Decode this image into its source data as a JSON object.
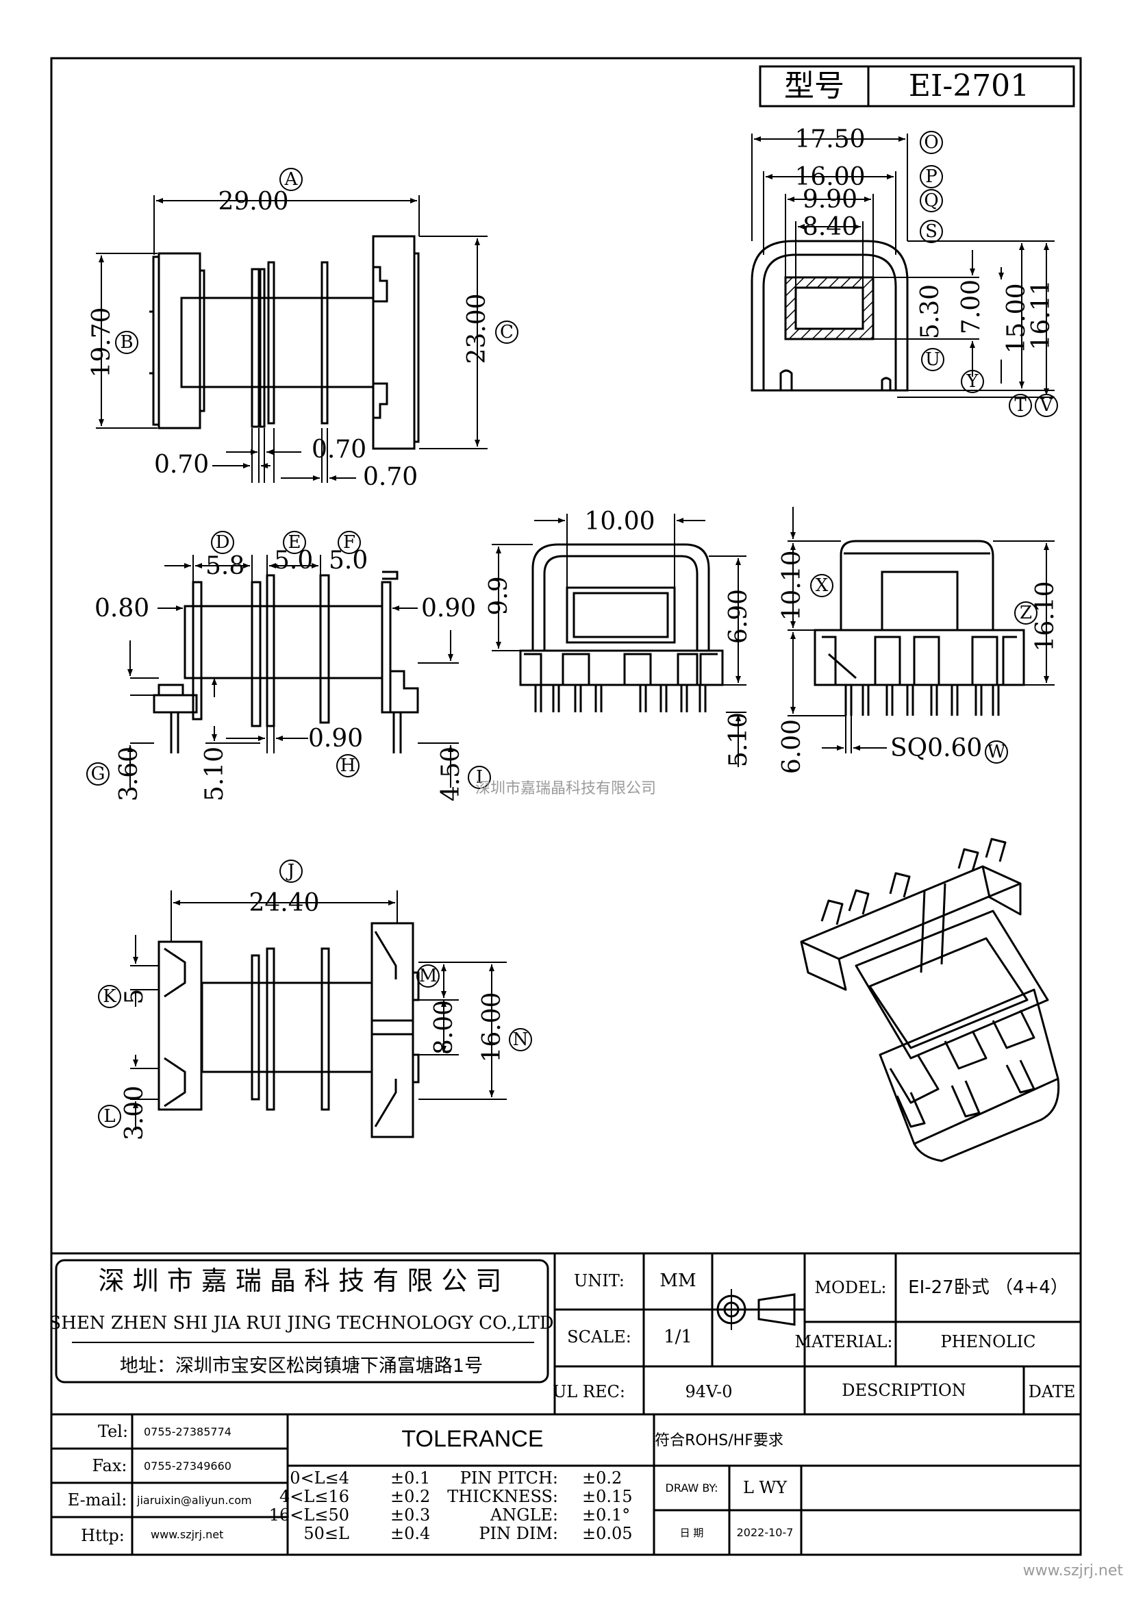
{
  "header": {
    "model_label": "型号",
    "model_value": "EI-2701"
  },
  "dims": {
    "A": "29.00",
    "B": "19.70",
    "C": "23.00",
    "w1": "0.70",
    "w2": "0.70",
    "w3": "0.70",
    "O": "17.50",
    "P": "16.00",
    "Q": "9.90",
    "S": "8.40",
    "R1": "5.30",
    "R2": "7.00",
    "T": "15.00",
    "V": "16.11",
    "D": "5.8",
    "E": "5.0",
    "F": "5.0",
    "left080": "0.80",
    "right090": "0.90",
    "H": "0.90",
    "G": "3.60",
    "g510": "5.10",
    "I": "4.50",
    "front_w": "10.00",
    "front_h1": "9.9",
    "front_h2": "6.90",
    "front_h3": "5.10",
    "X": "10.10",
    "Z": "16.10",
    "side600": "6.00",
    "W": "SQ0.60",
    "J": "24.40",
    "K": "5",
    "M": "8.00",
    "N": "16.00",
    "L": "3.00"
  },
  "labels": {
    "A": "A",
    "B": "B",
    "C": "C",
    "O": "O",
    "P": "P",
    "Q": "Q",
    "S": "S",
    "U": "U",
    "Y": "Y",
    "T": "T",
    "V": "V",
    "D": "D",
    "E": "E",
    "F": "F",
    "G": "G",
    "H": "H",
    "I": "I",
    "X": "X",
    "Z": "Z",
    "W": "W",
    "J": "J",
    "K": "K",
    "M": "M",
    "N": "N",
    "L": "L"
  },
  "watermark": {
    "center": "深圳市嘉瑞晶科技有限公司",
    "corner": "www.szjrj.net"
  },
  "title_block": {
    "company_cn": "深 圳 市 嘉 瑞 晶 科 技 有 限 公 司",
    "company_en": "SHEN ZHEN SHI   JIA RUI JING   TECHNOLOGY CO.,LTD",
    "address": "地址：深圳市宝安区松岗镇塘下涌富塘路1号",
    "unit_label": "UNIT:",
    "unit_value": "MM",
    "scale_label": "SCALE:",
    "scale_value": "1/1",
    "ul_label": "UL REC:",
    "ul_value": "94V-0",
    "model_label": "MODEL:",
    "model_value": "EI-27卧式 （4+4）",
    "material_label": "MATERIAL:",
    "material_value": "PHENOLIC",
    "description_label": "DESCRIPTION",
    "date_label": "DATE",
    "tel_label": "Tel:",
    "tel_value": "0755-27385774",
    "fax_label": "Fax:",
    "fax_value": "0755-27349660",
    "email_label": "E-mail:",
    "email_value": "jiaruixin@aliyun.com",
    "http_label": "Http:",
    "http_value": "www.szjrj.net",
    "tolerance_title": "TOLERANCE",
    "tol_range": [
      "0<L≤4",
      "4<L≤16",
      "16<L≤50",
      "50≤L"
    ],
    "tol_value": [
      "±0.1",
      "±0.2",
      "±0.3",
      "±0.4"
    ],
    "tol2_label": [
      "PIN PITCH:",
      "THICKNESS:",
      "ANGLE:",
      "PIN DIM:"
    ],
    "tol2_value": [
      "±0.2",
      "±0.15",
      "±0.1°",
      "±0.05"
    ],
    "rohs": "符合ROHS/HF要求",
    "draw_by_label": "DRAW BY:",
    "draw_by_value": "L WY",
    "date2_label": "日 期",
    "date2_value": "2022-10-7"
  }
}
